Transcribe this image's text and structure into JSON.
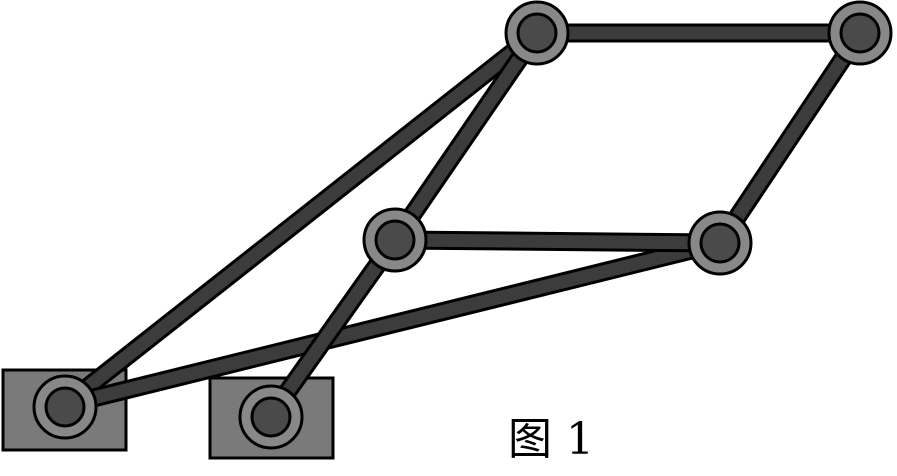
{
  "figure": {
    "caption": "图 1"
  },
  "colors": {
    "link_outer": "#000000",
    "link_inner": "#3c3c3c",
    "joint_outer": "#888888",
    "joint_inner": "#4a4a4a",
    "base": "#7a7a7a",
    "outline": "#000000"
  },
  "components": {
    "joints": [
      "joint-top-left",
      "joint-top-right",
      "joint-middle-left",
      "joint-middle-right"
    ],
    "bases": [
      "base-left",
      "base-right"
    ],
    "links": [
      "link-top",
      "link-right",
      "link-middle",
      "link-top-left-to-middle-left",
      "link-base-left-to-top-left",
      "link-base-left-to-middle-right",
      "link-base-right-to-middle-left"
    ]
  }
}
